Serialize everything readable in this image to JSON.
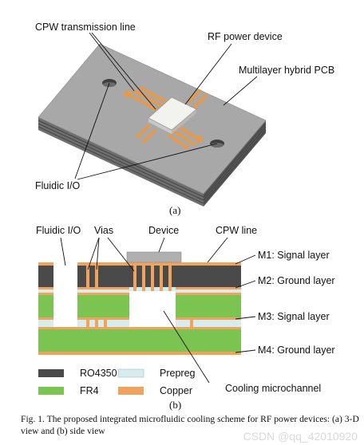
{
  "top_view": {
    "labels": {
      "cpw": "CPW transmission line",
      "rf_device": "RF power device",
      "pcb": "Multilayer hybrid PCB",
      "fluidic": "Fluidic I/O"
    },
    "sublabel": "(a)"
  },
  "side_view": {
    "labels": {
      "fluidic": "Fluidic I/O",
      "vias": "Vias",
      "device": "Device",
      "cpw": "CPW line",
      "cooling": "Cooling microchannel"
    },
    "layers": [
      "M1: Signal layer",
      "M2: Ground layer",
      "M3: Signal layer",
      "M4: Ground layer"
    ],
    "legend": [
      {
        "name": "RO4350",
        "color": "#4a4a4a"
      },
      {
        "name": "Prepreg",
        "color": "#d6ecef"
      },
      {
        "name": "FR4",
        "color": "#7cc451"
      },
      {
        "name": "Copper",
        "color": "#f0a35c"
      }
    ],
    "sublabel": "(b)"
  },
  "caption": "Fig. 1.  The proposed integrated microfluidic cooling scheme for RF power devices: (a) 3-D view and (b) side view",
  "watermark": "CSDN @qq_42010920"
}
